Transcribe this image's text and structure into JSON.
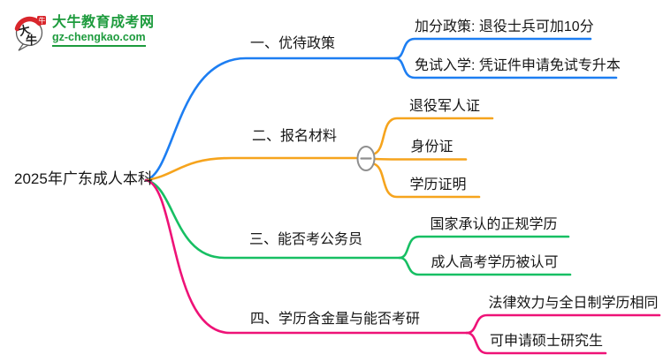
{
  "logo": {
    "title": "大牛教育成考网",
    "subtitle": "gz-chengkao.com",
    "icon_char_top": "大",
    "icon_char_bottom": "牛",
    "seal_char": "牛",
    "brand_color": "#1d9b3d",
    "seal_color": "#d9262c"
  },
  "mindmap": {
    "root": "2025年广东成人本科",
    "text_color": "#161616",
    "branches": [
      {
        "label": "一、优待政策",
        "color": "#1d7ef2",
        "children": [
          "加分政策: 退役士兵可加10分",
          "免试入学: 凭证件申请免试专升本"
        ]
      },
      {
        "label": "二、报名材料",
        "color": "#f6a41d",
        "collapse_icon": "minus",
        "children": [
          "退役军人证",
          "身份证",
          "学历证明"
        ]
      },
      {
        "label": "三、能否考公务员",
        "color": "#17bf63",
        "children": [
          "国家承认的正规学历",
          "成人高考学历被认可"
        ]
      },
      {
        "label": "四、学历含金量与能否考研",
        "color": "#ee1277",
        "children": [
          "法律效力与全日制学历相同",
          "可申请硕士研究生"
        ]
      }
    ]
  }
}
